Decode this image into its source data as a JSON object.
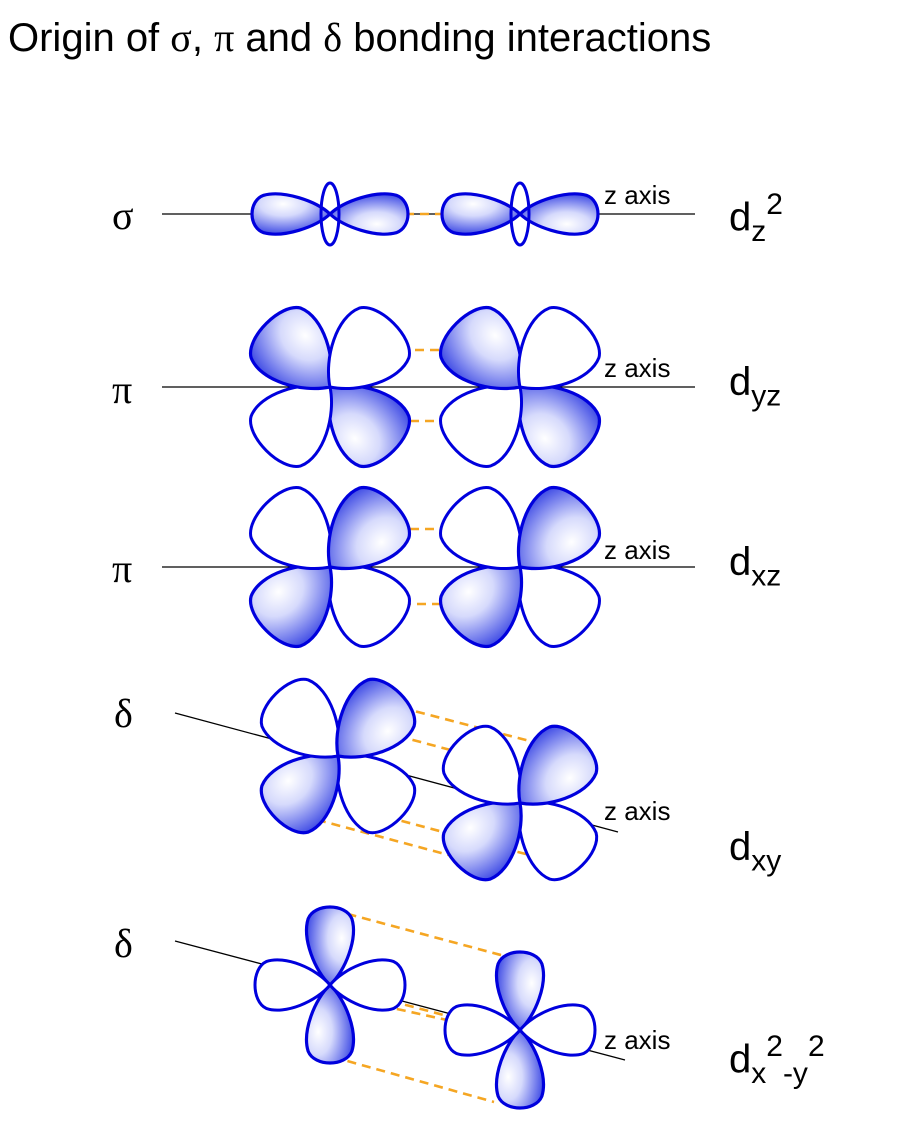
{
  "title": {
    "before": "Origin of ",
    "sym1": "σ",
    "sep1": ", ",
    "sym2": "π",
    "sep2": " and ",
    "sym3": "δ",
    "after": " bonding interactions"
  },
  "colors": {
    "lobe_stroke": "#0000dd",
    "lobe_fill": "#3a46e6",
    "overlap_dash": "#f5a623",
    "axis": "#000000"
  },
  "rows": [
    {
      "symbol": "σ",
      "axis_label": "z axis",
      "orbital": {
        "base": "d",
        "sub": "z",
        "sup": "2"
      }
    },
    {
      "symbol": "π",
      "axis_label": "z axis",
      "orbital": {
        "base": "d",
        "sub": "yz"
      }
    },
    {
      "symbol": "π",
      "axis_label": "z axis",
      "orbital": {
        "base": "d",
        "sub": "xz"
      }
    },
    {
      "symbol": "δ",
      "axis_label": "z axis",
      "orbital": {
        "base": "d",
        "sub": "xy"
      }
    },
    {
      "symbol": "δ",
      "axis_label": "z axis",
      "orbital": {
        "base": "d",
        "sub": "x",
        "sup": "2",
        "sub2": "-y",
        "sup2": "2"
      }
    }
  ]
}
